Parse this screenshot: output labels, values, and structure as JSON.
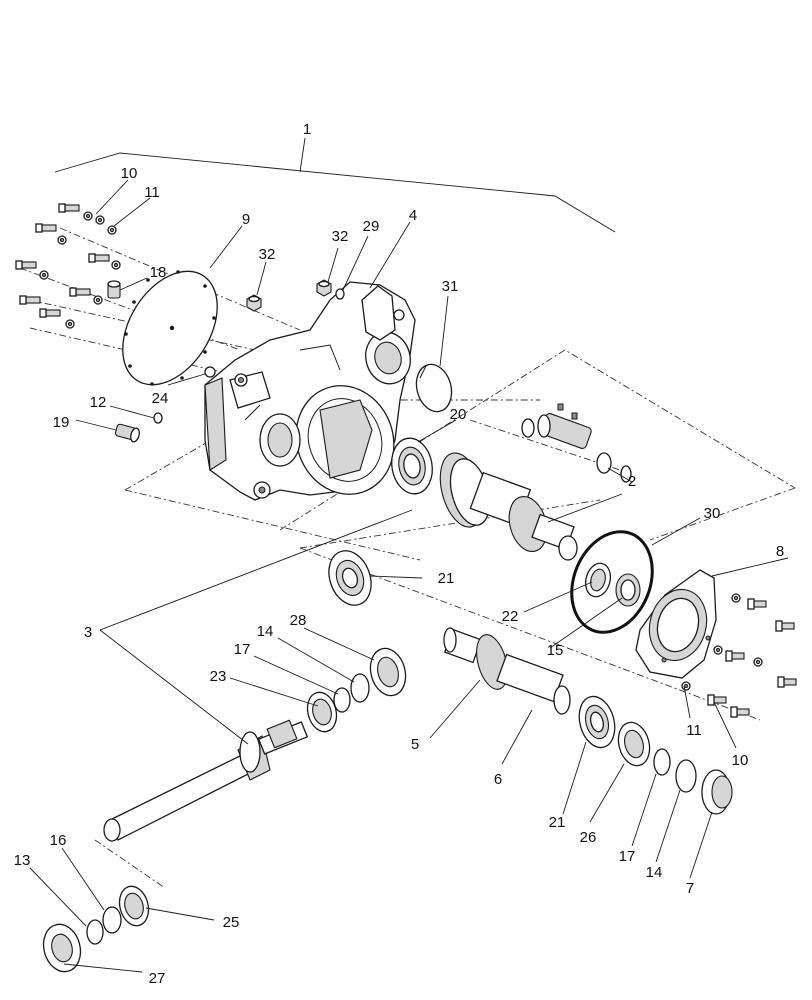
{
  "diagram": {
    "kind": "exploded parts diagram",
    "callouts": [
      {
        "id": "c1",
        "label": "1"
      },
      {
        "id": "c10a",
        "label": "10"
      },
      {
        "id": "c11a",
        "label": "11"
      },
      {
        "id": "c9",
        "label": "9"
      },
      {
        "id": "c32a",
        "label": "32"
      },
      {
        "id": "c29",
        "label": "29"
      },
      {
        "id": "c4",
        "label": "4"
      },
      {
        "id": "c32b",
        "label": "32"
      },
      {
        "id": "c18",
        "label": "18"
      },
      {
        "id": "c31",
        "label": "31"
      },
      {
        "id": "c24",
        "label": "24"
      },
      {
        "id": "c12",
        "label": "12"
      },
      {
        "id": "c19",
        "label": "19"
      },
      {
        "id": "c20",
        "label": "20"
      },
      {
        "id": "c2",
        "label": "2"
      },
      {
        "id": "c30",
        "label": "30"
      },
      {
        "id": "c8",
        "label": "8"
      },
      {
        "id": "c21a",
        "label": "21"
      },
      {
        "id": "c22",
        "label": "22"
      },
      {
        "id": "c3",
        "label": "3"
      },
      {
        "id": "c28",
        "label": "28"
      },
      {
        "id": "c14a",
        "label": "14"
      },
      {
        "id": "c17a",
        "label": "17"
      },
      {
        "id": "c15",
        "label": "15"
      },
      {
        "id": "c23",
        "label": "23"
      },
      {
        "id": "c11b",
        "label": "11"
      },
      {
        "id": "c5",
        "label": "5"
      },
      {
        "id": "c10b",
        "label": "10"
      },
      {
        "id": "c6",
        "label": "6"
      },
      {
        "id": "c21b",
        "label": "21"
      },
      {
        "id": "c26",
        "label": "26"
      },
      {
        "id": "c17b",
        "label": "17"
      },
      {
        "id": "c14b",
        "label": "14"
      },
      {
        "id": "c7",
        "label": "7"
      },
      {
        "id": "c16",
        "label": "16"
      },
      {
        "id": "c13",
        "label": "13"
      },
      {
        "id": "c25",
        "label": "25"
      },
      {
        "id": "c27",
        "label": "27"
      }
    ]
  }
}
